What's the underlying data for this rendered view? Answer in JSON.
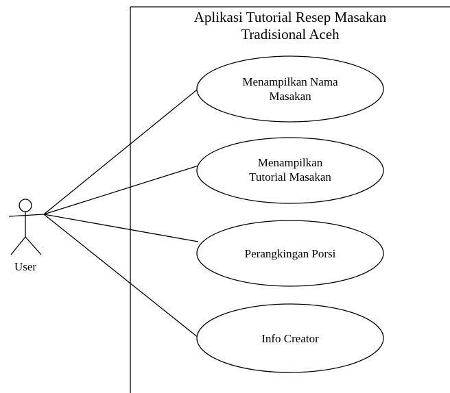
{
  "system": {
    "title_lines": [
      "Aplikasi Tutorial Resep Masakan",
      "Tradisional Aceh"
    ]
  },
  "actor": {
    "name": "User"
  },
  "use_cases": [
    {
      "lines": [
        "Menampilkan Nama",
        "Masakan"
      ]
    },
    {
      "lines": [
        "Menampilkan",
        "Tutorial Masakan"
      ]
    },
    {
      "lines": [
        "Perangkingan Porsi"
      ]
    },
    {
      "lines": [
        "Info Creator"
      ]
    }
  ]
}
